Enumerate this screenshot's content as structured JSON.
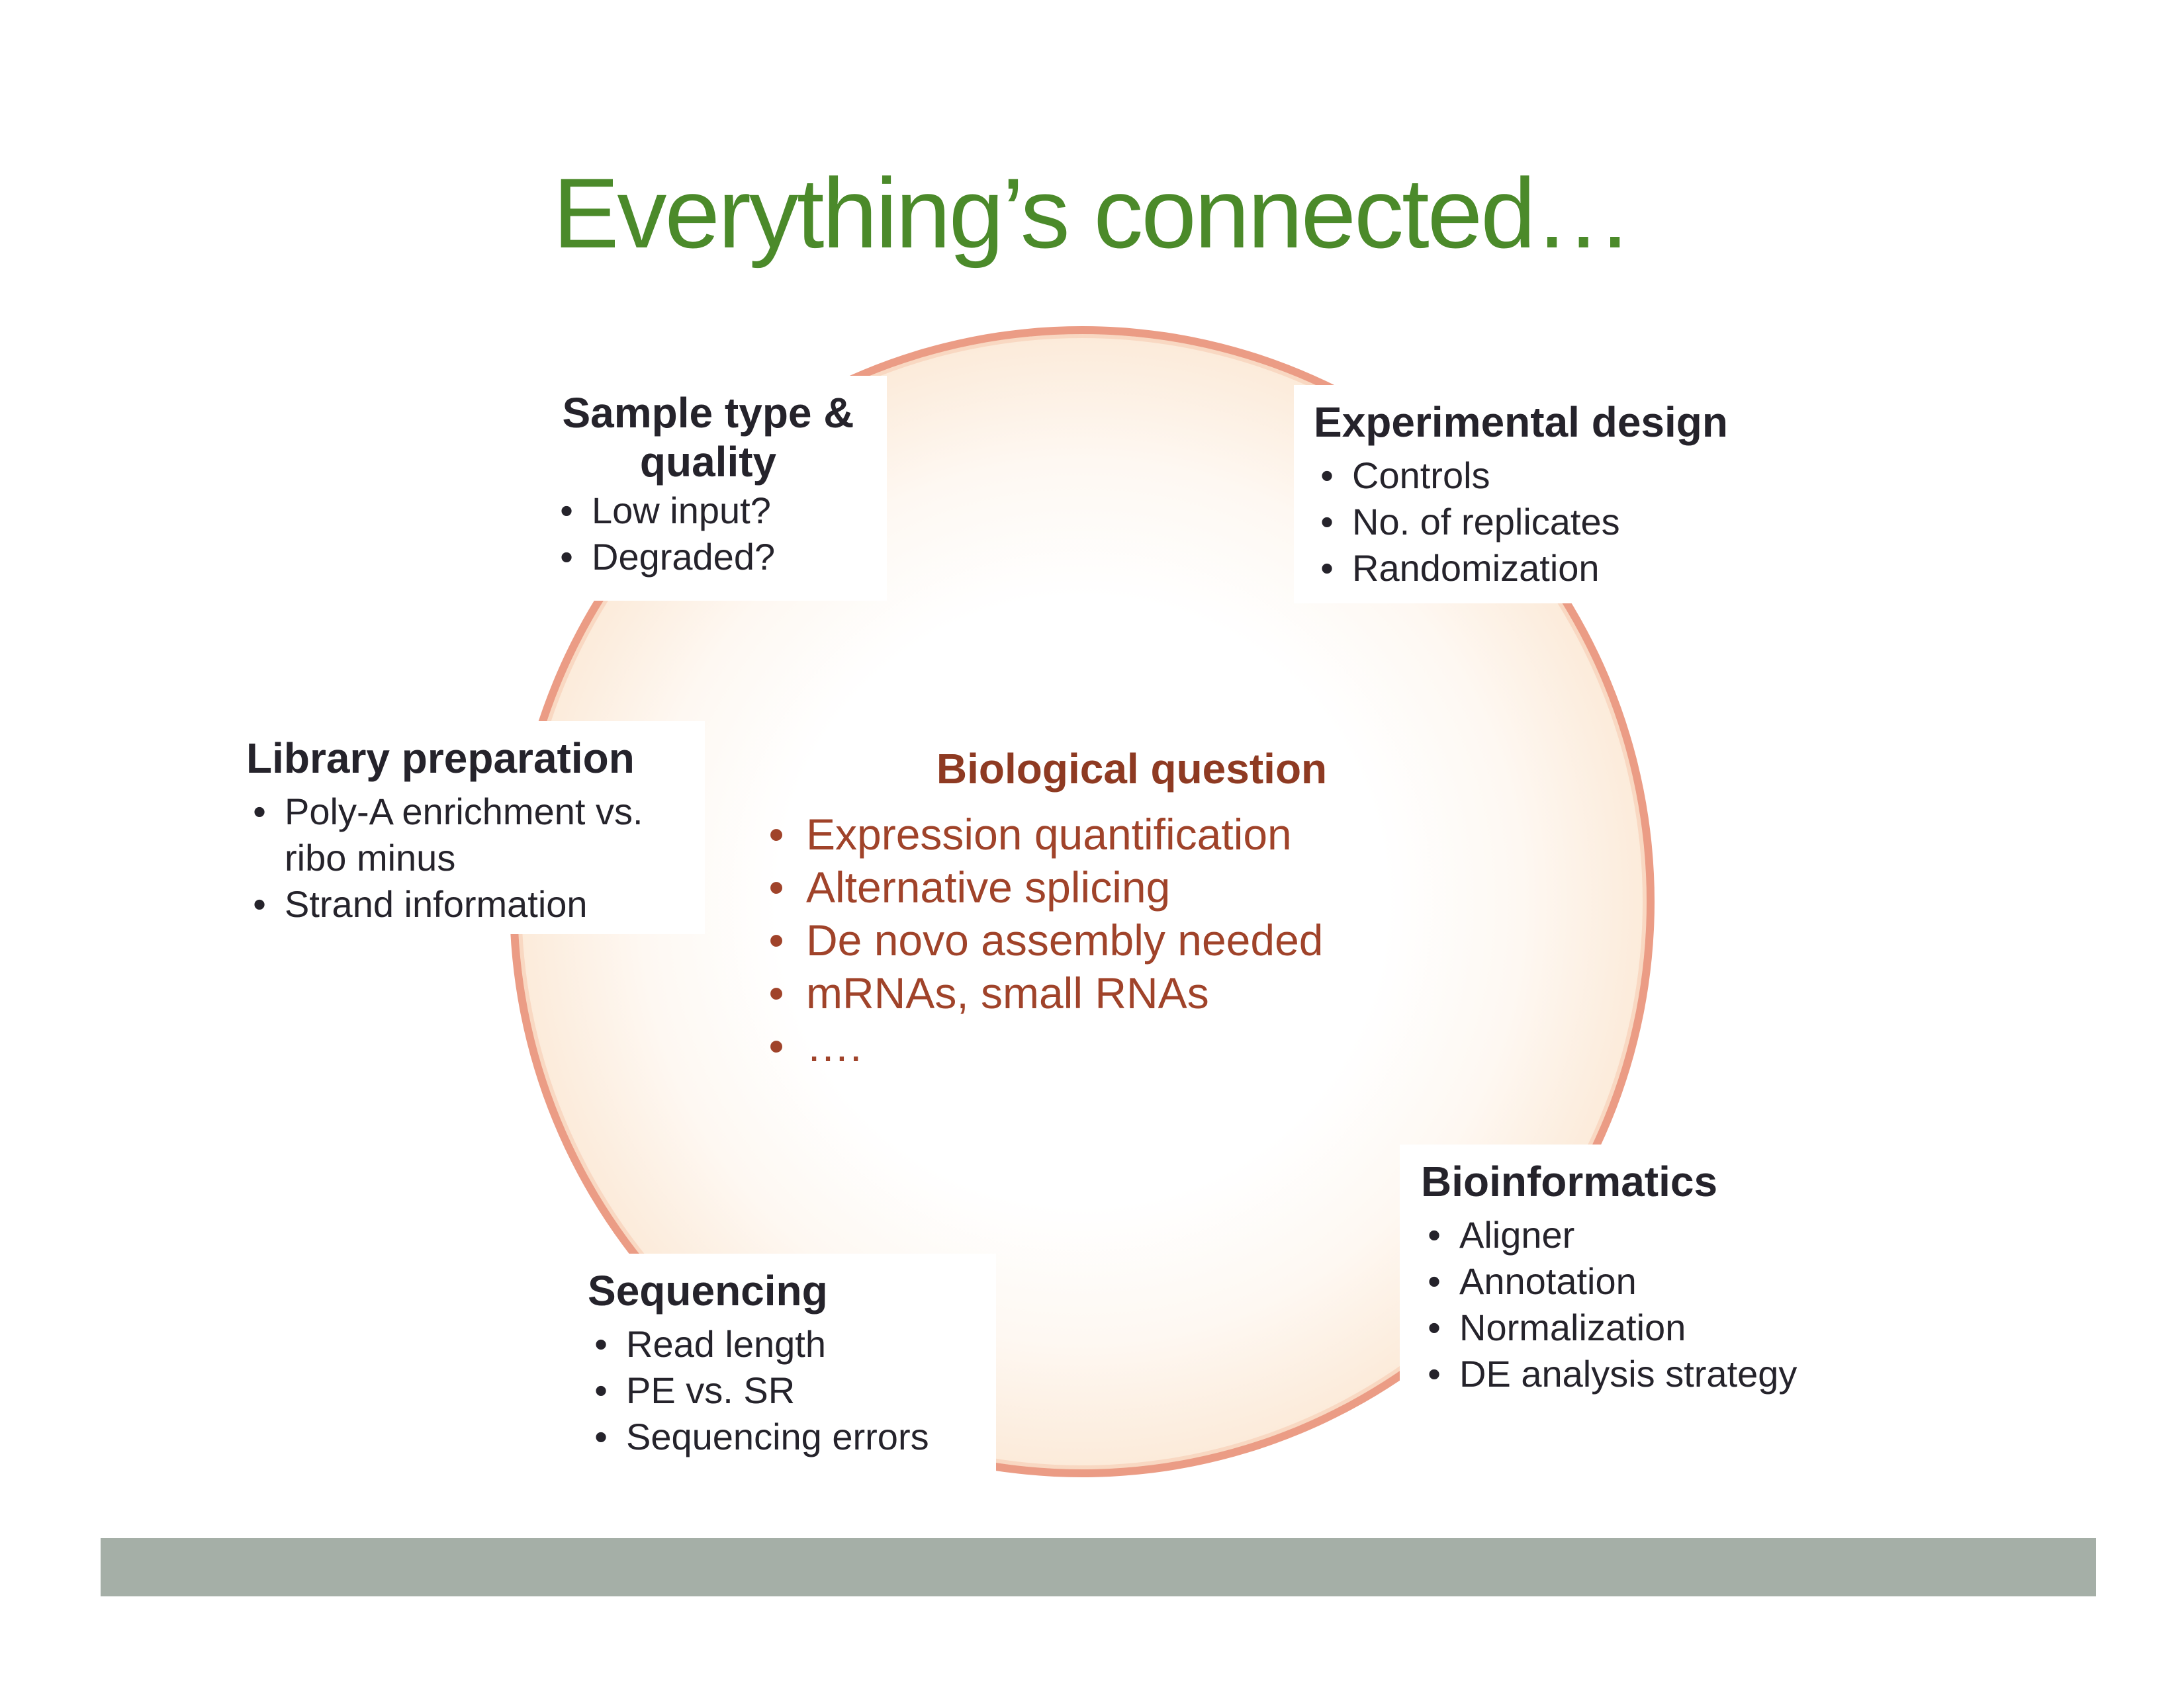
{
  "title": "Everything’s connected…",
  "center": {
    "heading": "Biological question",
    "items": [
      "Expression quantification",
      "Alternative splicing",
      "De novo assembly needed",
      "mRNAs, small RNAs",
      "…."
    ]
  },
  "sample": {
    "heading_line1": "Sample type &",
    "heading_line2": "quality",
    "items": [
      "Low input?",
      "Degraded?"
    ]
  },
  "experimental": {
    "heading": "Experimental design",
    "items": [
      "Controls",
      "No. of replicates",
      "Randomization"
    ]
  },
  "library": {
    "heading": "Library preparation",
    "item1_line1": "Poly-A enrichment vs.",
    "item1_line2": "ribo minus",
    "items": [
      "Strand information"
    ]
  },
  "bioinformatics": {
    "heading": "Bioinformatics",
    "items": [
      "Aligner",
      "Annotation",
      "Normalization",
      "DE analysis strategy"
    ]
  },
  "sequencing": {
    "heading": "Sequencing",
    "items": [
      "Read length",
      "PE vs. SR",
      "Sequencing errors"
    ]
  },
  "bullet": "•",
  "colors": {
    "title": "#4b8a2a",
    "ring": "#eb9c85",
    "center_text": "#a0432a",
    "center_heading": "#8e3a22",
    "footer_bar": "#a5afa7"
  }
}
